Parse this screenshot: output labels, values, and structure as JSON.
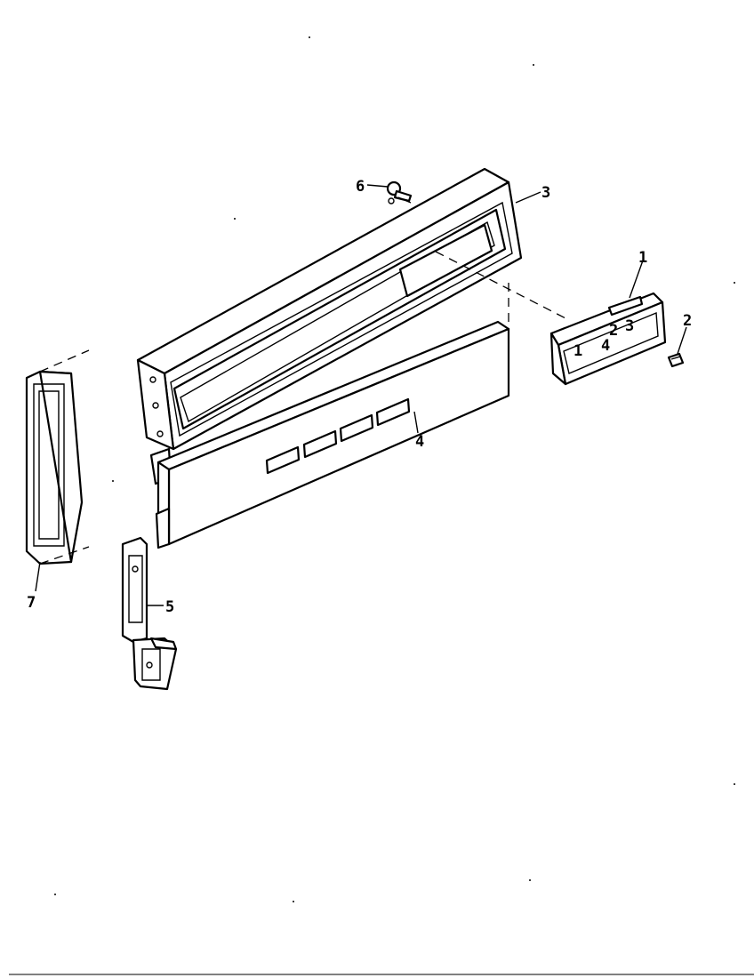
{
  "callouts": {
    "part_1": "1",
    "part_2": "2",
    "part_3": "3",
    "part_4": "4",
    "part_5": "5",
    "part_6": "6",
    "part_7": "7"
  },
  "module_labels": {
    "a": "1",
    "b": "2",
    "c": "3",
    "d": "4"
  },
  "colors": {
    "line": "#000000",
    "paper": "#ffffff"
  }
}
